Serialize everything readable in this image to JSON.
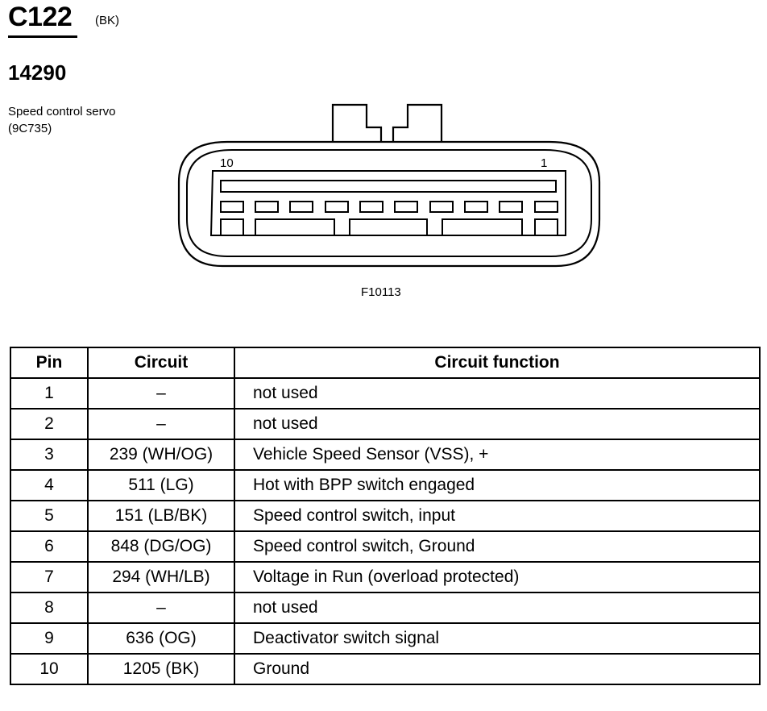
{
  "connector": {
    "id": "C122",
    "color": "(BK)",
    "part_number": "14290",
    "description": [
      "Speed control servo",
      "(9C735)"
    ],
    "pin_labels": {
      "left": "10",
      "right": "1"
    },
    "figure_code": "F10113"
  },
  "table": {
    "headers": {
      "pin": "Pin",
      "circuit": "Circuit",
      "function": "Circuit function"
    },
    "rows": [
      {
        "pin": "1",
        "circuit": "–",
        "function": "not used"
      },
      {
        "pin": "2",
        "circuit": "–",
        "function": "not used"
      },
      {
        "pin": "3",
        "circuit": "239 (WH/OG)",
        "function": "Vehicle Speed Sensor (VSS), +"
      },
      {
        "pin": "4",
        "circuit": "511 (LG)",
        "function": "Hot with BPP switch engaged"
      },
      {
        "pin": "5",
        "circuit": "151 (LB/BK)",
        "function": "Speed control switch, input"
      },
      {
        "pin": "6",
        "circuit": "848 (DG/OG)",
        "function": "Speed control switch, Ground"
      },
      {
        "pin": "7",
        "circuit": "294 (WH/LB)",
        "function": "Voltage in Run (overload protected)"
      },
      {
        "pin": "8",
        "circuit": "–",
        "function": "not used"
      },
      {
        "pin": "9",
        "circuit": "636 (OG)",
        "function": "Deactivator switch signal"
      },
      {
        "pin": "10",
        "circuit": "1205 (BK)",
        "function": "Ground"
      }
    ]
  }
}
